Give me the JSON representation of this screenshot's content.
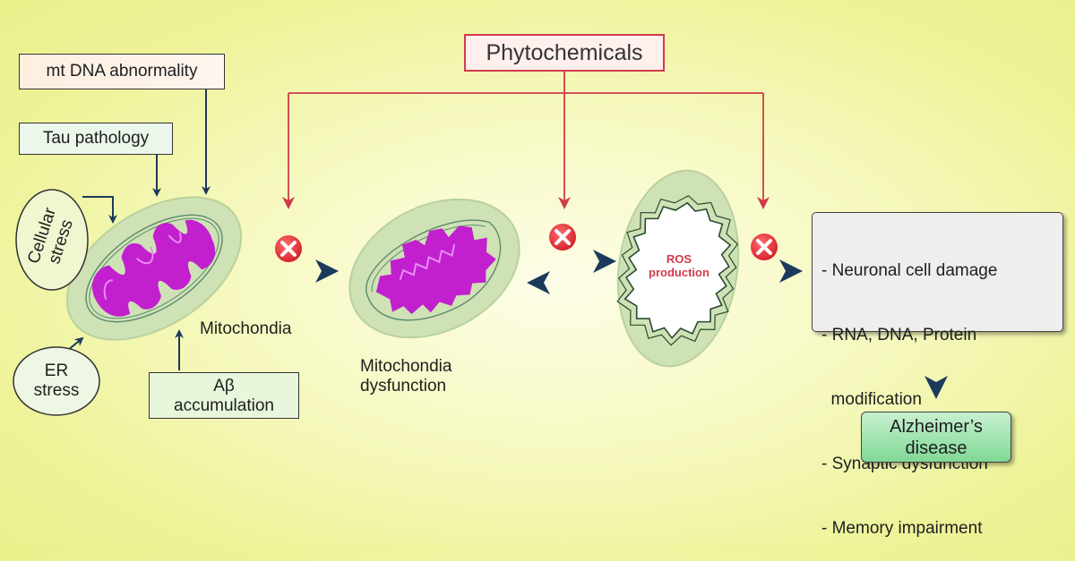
{
  "diagram": {
    "phytochemicals": "Phytochemicals",
    "mtdna": "mt DNA abnormality",
    "tau": "Tau pathology",
    "cellular_stress": [
      "Cellular",
      "stress"
    ],
    "er_stress": [
      "ER",
      "stress"
    ],
    "abeta": [
      "Aβ",
      "accumulation"
    ],
    "mitochondria": "Mitochondia",
    "dysfunction": [
      "Mitochondia",
      "dysfunction"
    ],
    "ros": [
      "ROS",
      "production"
    ],
    "effects": [
      "- Neuronal cell damage",
      "- RNA, DNA, Protein",
      "  modification",
      "- Synaptic dysfunction",
      "- Memory impairment"
    ],
    "alzheimers": [
      "Alzheimer’s",
      "disease"
    ]
  },
  "colors": {
    "inhibit_red": "#d23a4a",
    "arrow_navy": "#1b3a5c",
    "mito_green": "#cfe2b5",
    "mito_magenta": "#c21fcf"
  }
}
